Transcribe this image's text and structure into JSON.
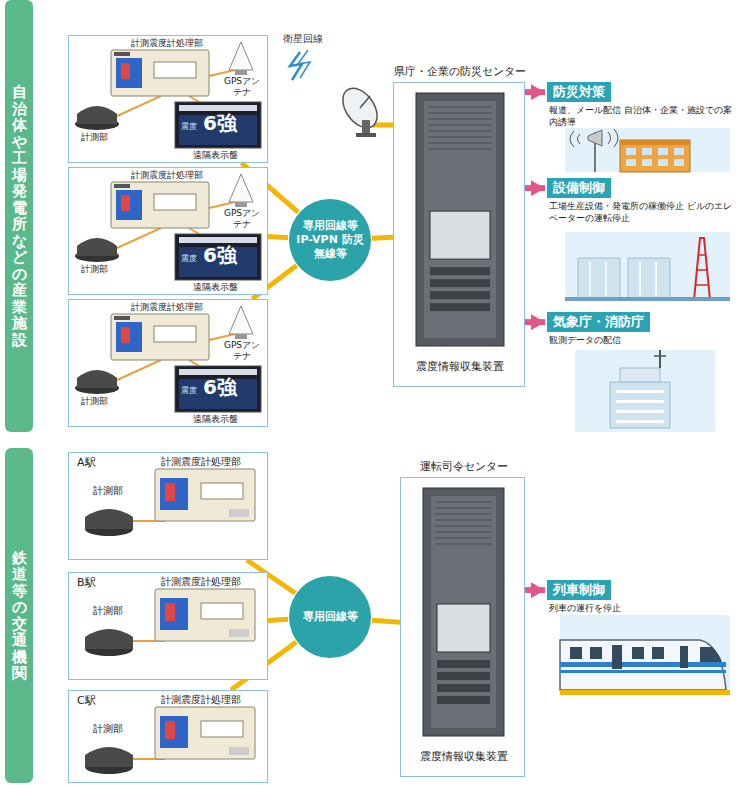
{
  "diagram": {
    "nodes": [
      {
        "text": [
          "自治体や工場・発電所などの産業施設"
        ]
      },
      {
        "text": [
          "計測震度計処理部",
          "GPSアンテナ",
          "計測部",
          "遠隔表示盤"
        ]
      },
      {
        "text": [
          "計測震度計処理部",
          "GPSアンテナ",
          "計測部",
          "遠隔表示盤"
        ]
      },
      {
        "text": [
          "計測震度計処理部",
          "GPSアンテナ",
          "計測部",
          "遠隔表示盤"
        ]
      },
      {
        "text": [
          "専用回線等 IP-VPN 防災無線等"
        ]
      },
      {
        "text": [
          "県庁・企業の防災センター",
          "震度情報収集装置"
        ]
      },
      {
        "text": [
          "防災対策",
          "報道、メール配信 自治体・企業・施設での案内誘導"
        ]
      },
      {
        "text": [
          "設備制御",
          "工場生産設備・発電所の稼働停止 ビルのエレベーターの運転停止"
        ]
      },
      {
        "text": [
          "気象庁・消防庁",
          "観測データの配信"
        ]
      },
      {
        "text": [
          "鉄道等の交通機関"
        ]
      },
      {
        "text": [
          "A駅",
          "計測震度計処理部",
          "計測部"
        ]
      },
      {
        "text": [
          "B駅",
          "計測震度計処理部",
          "計測部"
        ]
      },
      {
        "text": [
          "C駅",
          "計測震度計処理部",
          "計測部"
        ]
      },
      {
        "text": [
          "専用回線等"
        ]
      },
      {
        "text": [
          "運転司令センター",
          "震度情報収集装置"
        ]
      },
      {
        "text": [
          "列車制御",
          "列車の運行を停止"
        ]
      }
    ],
    "edges": [
      {
        "from": 1,
        "to": 4,
        "arrow": "none"
      },
      {
        "from": 2,
        "to": 4,
        "arrow": "none"
      },
      {
        "from": 3,
        "to": 4,
        "arrow": "none"
      },
      {
        "from": 4,
        "to": 5,
        "arrow": "none"
      },
      {
        "from": 5,
        "to": 6,
        "arrow": "to"
      },
      {
        "from": 5,
        "to": 7,
        "arrow": "to"
      },
      {
        "from": 5,
        "to": 8,
        "arrow": "to"
      },
      {
        "from": 10,
        "to": 13,
        "arrow": "none"
      },
      {
        "from": 11,
        "to": 13,
        "arrow": "none"
      },
      {
        "from": 12,
        "to": 13,
        "arrow": "none"
      },
      {
        "from": 13,
        "to": 14,
        "arrow": "none"
      },
      {
        "from": 14,
        "to": 15,
        "arrow": "to"
      }
    ],
    "labels": [
      "衛星回線",
      "震度",
      "6強",
      "震度",
      "6強",
      "震度",
      "6強"
    ]
  }
}
